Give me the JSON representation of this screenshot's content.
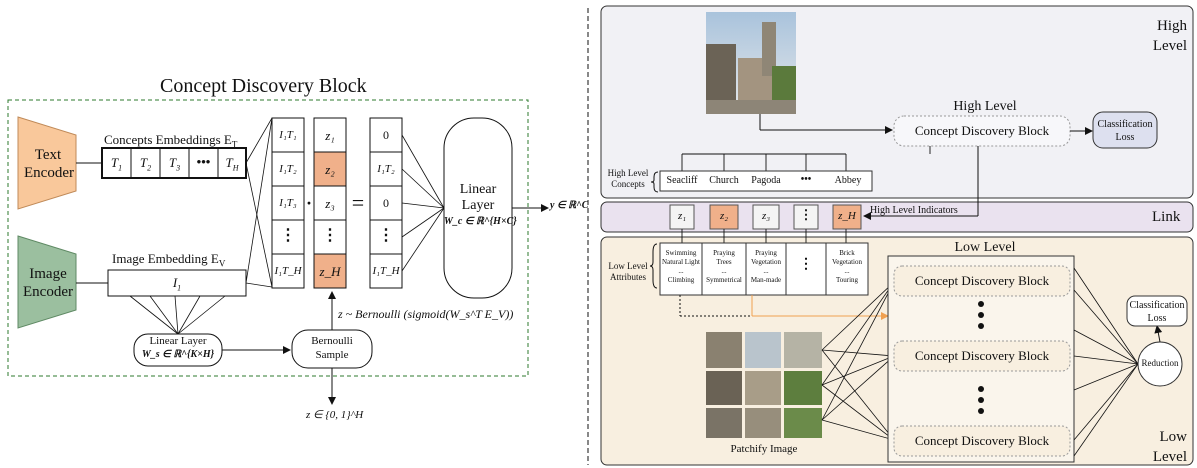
{
  "left": {
    "title": "Concept Discovery Block",
    "text_encoder": [
      "Text",
      "Encoder"
    ],
    "image_encoder": [
      "Image",
      "Encoder"
    ],
    "concepts_label": "Concepts Embeddings E",
    "concepts_sub": "T",
    "tokens": [
      "T",
      "T",
      "T",
      "•••",
      "T"
    ],
    "token_subs": [
      "1",
      "2",
      "3",
      "",
      "H"
    ],
    "image_emb_label": "Image Embedding E",
    "image_emb_sub": "V",
    "image_token": "I",
    "image_token_sub": "1",
    "prod_col": [
      "I₁T₁",
      "I₁T₂",
      "I₁T₃",
      "⋮",
      "I₁T_H"
    ],
    "z_col": [
      "z₁",
      "z₂",
      "z₃",
      "⋮",
      "z_H"
    ],
    "out_col": [
      "0",
      "I₁T₂",
      "0",
      "⋮",
      "I₁T_H"
    ],
    "dot_op": "·",
    "eq_op": "=",
    "linear_layer": [
      "Linear",
      "Layer"
    ],
    "linear_eq": "W_c ∈ ℝ^{H×C}",
    "y_eq": "y ∈ ℝ^C",
    "linear_small": "Linear Layer",
    "linear_small_eq": "W_s ∈ ℝ^{K×H}",
    "bernoulli": [
      "Bernoulli",
      "Sample"
    ],
    "z_dist": "z ~ Bernoulli (sigmoid(W_s^T E_V))",
    "z_set": "z ∈ {0, 1}^H"
  },
  "right": {
    "high_level_corner": [
      "High",
      "Level"
    ],
    "high_level_label": "High Level",
    "cdb": "Concept Discovery Block",
    "classification_loss": [
      "Classification",
      "Loss"
    ],
    "high_level_concepts_label": [
      "High Level",
      "Concepts"
    ],
    "high_concepts": [
      "Seacliff",
      "Church",
      "Pagoda",
      "•••",
      "Abbey"
    ],
    "link_label": "Link",
    "z_boxes": [
      "z₁",
      "z₂",
      "z₃",
      "⋮",
      "z_H"
    ],
    "high_level_indicators": "High Level Indicators",
    "low_level_attributes_label": [
      "Low Level",
      "Attributes"
    ],
    "attr_columns": [
      [
        "Swimming",
        "Natural Light",
        "...",
        "Climbing"
      ],
      [
        "Praying",
        "Trees",
        "...",
        "Symmetrical"
      ],
      [
        "Praying",
        "Vegetation",
        "...",
        "Man-made"
      ],
      [
        "⋮"
      ],
      [
        "Brick",
        "Vegetation",
        "...",
        "Touring"
      ]
    ],
    "low_level_label": "Low Level",
    "cdb_stack": [
      "Concept Discovery Block",
      "Concept Discovery Block",
      "Concept Discovery Block"
    ],
    "patchify": "Patchify Image",
    "reduction": "Reduction",
    "low_level_corner": [
      "Low",
      "Level"
    ]
  },
  "colors": {
    "text_encoder": "#f9c89b",
    "image_encoder": "#9bbf9f",
    "highlight": "#f0b08a",
    "high_panel": "#f1f1f5",
    "link_panel": "#eae2ef",
    "low_panel": "#f8efe0",
    "cls_loss_fill": "#dde0ef",
    "orange_line": "#f0a050",
    "dashed_green": "#2c7a2c"
  }
}
